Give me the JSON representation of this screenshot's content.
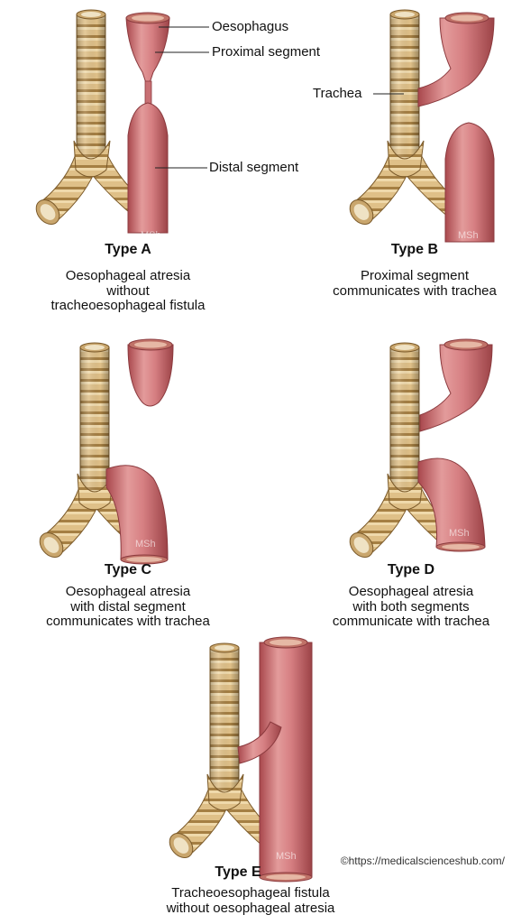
{
  "colors": {
    "trachea_fill": "#dfc088",
    "trachea_ring": "#a57f43",
    "trachea_dark": "#7b5a2a",
    "oesophagus_fill": "#d67f82",
    "oesophagus_light": "#eeb2b1",
    "oesophagus_dark": "#9c4347",
    "lumen": "#c87c6c"
  },
  "callouts": {
    "oesophagus": "Oesophagus",
    "proximal_segment": "Proximal segment",
    "distal_segment": "Distal segment",
    "trachea": "Trachea"
  },
  "panels": [
    {
      "type": "Type A",
      "lines": [
        "Oesophageal atresia",
        "without",
        "tracheoesophageal fistula"
      ],
      "watermark": "MSh"
    },
    {
      "type": "Type B",
      "lines": [
        "Proximal segment",
        "communicates with trachea"
      ],
      "watermark": "MSh"
    },
    {
      "type": "Type C",
      "lines": [
        "Oesophageal atresia",
        "with distal segment",
        "communicates with trachea"
      ],
      "watermark": "MSh"
    },
    {
      "type": "Type D",
      "lines": [
        "Oesophageal atresia",
        "with both segments",
        "communicate with trachea"
      ],
      "watermark": "MSh"
    },
    {
      "type": "Type E",
      "lines": [
        "Tracheoesophageal fistula",
        "without oesophageal atresia"
      ],
      "watermark": "MSh"
    }
  ],
  "credit": "©https://medicalscienceshub.com/"
}
